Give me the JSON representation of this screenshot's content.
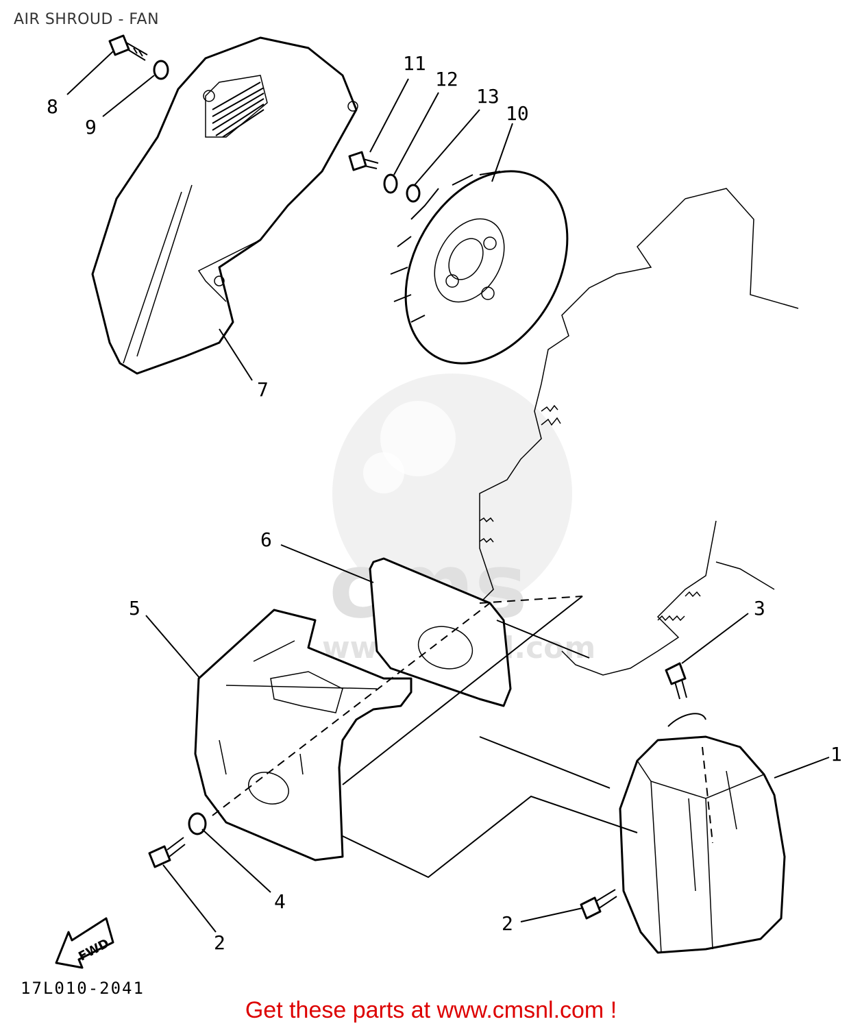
{
  "title": "AIR SHROUD - FAN",
  "drawing_code": "17L010-2041",
  "promo_text": "Get these parts at www.cmsnl.com !",
  "watermark_text": "www.cmsnl.com",
  "fwd_label": "FWD",
  "callouts": {
    "c1": "1",
    "c2a": "2",
    "c2b": "2",
    "c3": "3",
    "c4": "4",
    "c5": "5",
    "c6": "6",
    "c7": "7",
    "c8": "8",
    "c9": "9",
    "c10": "10",
    "c11": "11",
    "c12": "12",
    "c13": "13"
  }
}
